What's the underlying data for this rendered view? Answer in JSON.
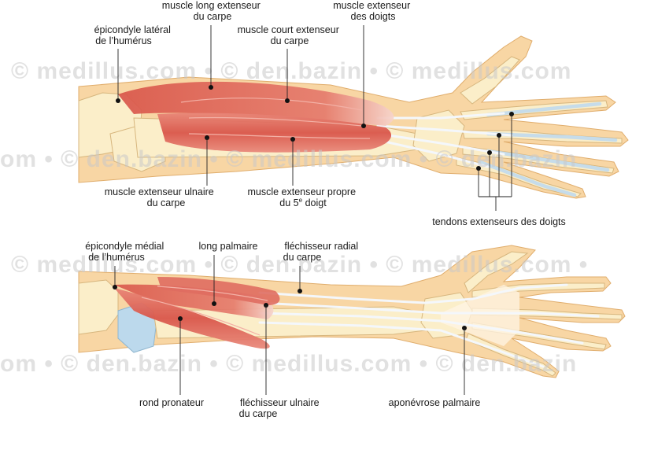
{
  "watermark": {
    "rows": [
      "© medillus.com • © den.bazin • © medillus.com",
      "om • © den.bazin • © medillus.com • © den.bazin",
      "© medillus.com • © den.bazin • © medillus.com •",
      "om • © den.bazin • © medillus.com • © den.bazin"
    ]
  },
  "top_view": {
    "labels": {
      "epicondyle_lateral": [
        "épicondyle latéral",
        "de l’humérus"
      ],
      "long_extensor_carpi": [
        "muscle long extenseur",
        "du carpe"
      ],
      "short_extensor_carpi": [
        "muscle court extenseur",
        "du carpe"
      ],
      "extensor_digitorum": [
        "muscle extenseur",
        "des doigts"
      ],
      "extensor_ulnaris": [
        "muscle extenseur ulnaire",
        "du carpe"
      ],
      "extensor_digiti_minimi": [
        "muscle extenseur propre",
        "du 5",
        "e",
        " doigt"
      ],
      "extensor_tendons": [
        "tendons extenseurs des doigts"
      ]
    }
  },
  "bottom_view": {
    "labels": {
      "epicondyle_medial": [
        "épicondyle médial",
        "de l’humérus"
      ],
      "palmaris_longus": [
        "long palmaire"
      ],
      "flexor_radialis": [
        "fléchisseur radial",
        "du carpe"
      ],
      "pronator_teres": [
        "rond pronateur"
      ],
      "flexor_ulnaris": [
        "fléchisseur ulnaire",
        "du carpe"
      ],
      "palmar_aponeurosis": [
        "aponévrose palmaire"
      ]
    }
  }
}
